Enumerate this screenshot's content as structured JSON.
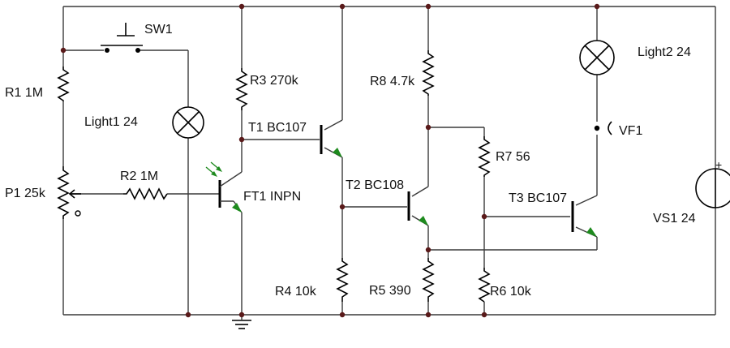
{
  "labels": {
    "sw1": "SW1",
    "r1": "R1 1M",
    "light1": "Light1 24",
    "p1": "P1 25k",
    "r2": "R2 1M",
    "ft1": "FT1 INPN",
    "r3": "R3 270k",
    "t1": "T1 BC107",
    "r8": "R8 4.7k",
    "t2": "T2 BC108",
    "r4": "R4 10k",
    "r5": "R5 390",
    "r7": "R7 56",
    "r6": "R6 10k",
    "t3": "T3 BC107",
    "light2": "Light2 24",
    "vf1": "VF1",
    "vs1": "VS1 24",
    "vs1_plus": "+"
  },
  "colors": {
    "wire": "#3a3a3a",
    "component": "#000000",
    "junction": "#5a1a1a",
    "arrow": "#1e8a1e"
  }
}
